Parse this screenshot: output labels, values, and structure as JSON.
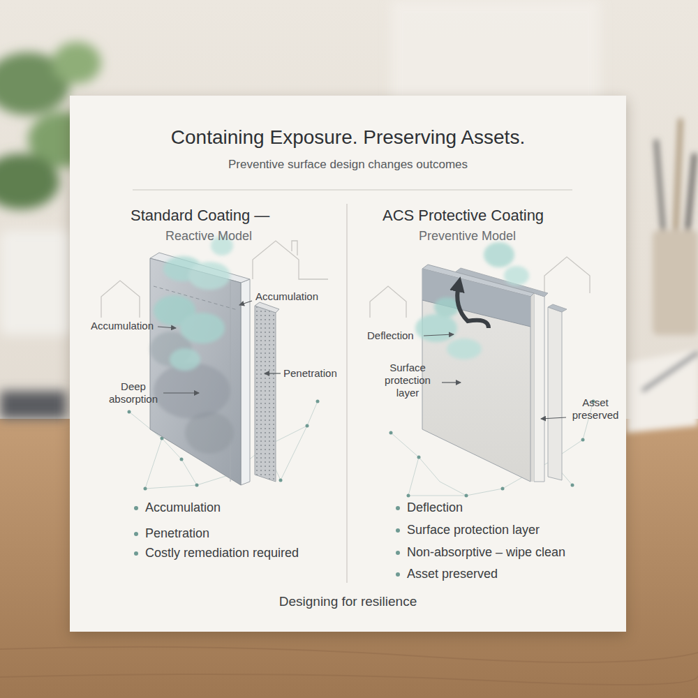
{
  "diagram": {
    "title": "Containing Exposure. Preserving Assets.",
    "caption": "Designing for resilience",
    "nodes": [
      {
        "text": [
          "Standard Coating —",
          "Reactive Model",
          "Accumulation",
          "Penetration",
          "Costly remediation required"
        ]
      },
      {
        "text": [
          "ACS Protective Coating",
          "Preventive Model",
          "Deflection",
          "Surface protection layer",
          "Non-absorptive – wipe clean",
          "Asset preserved"
        ]
      }
    ],
    "labels": [
      "Preventive surface design changes outcomes",
      "Accumulation",
      "Accumulation",
      "Penetration",
      "Deep absorption",
      "Deflection",
      "Surface protection layer",
      "Asset preserved"
    ]
  }
}
